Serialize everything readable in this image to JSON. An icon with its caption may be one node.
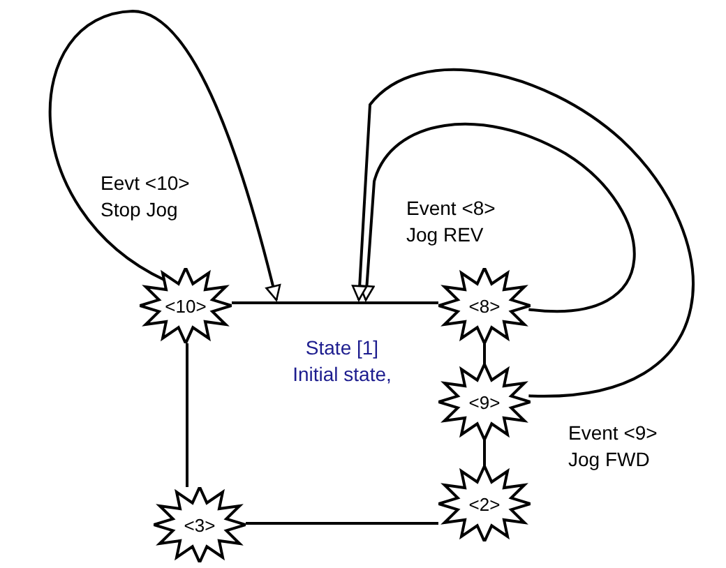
{
  "diagram": {
    "nodes": [
      {
        "text": [
          "State [1]",
          "Initial state,"
        ]
      },
      {
        "text": [
          "<10>"
        ]
      },
      {
        "text": [
          "<8>"
        ]
      },
      {
        "text": [
          "<9>"
        ]
      },
      {
        "text": [
          "<2>"
        ]
      },
      {
        "text": [
          "<3>"
        ]
      }
    ],
    "edges": [
      {
        "from": 1,
        "to": 0,
        "arrow": "to",
        "label": "Eevt <10> Stop Jog"
      },
      {
        "from": 2,
        "to": 0,
        "arrow": "to",
        "label": "Event <8> Jog REV"
      },
      {
        "from": 3,
        "to": 0,
        "arrow": "to",
        "label": "Event <9> Jog FWD"
      }
    ]
  }
}
